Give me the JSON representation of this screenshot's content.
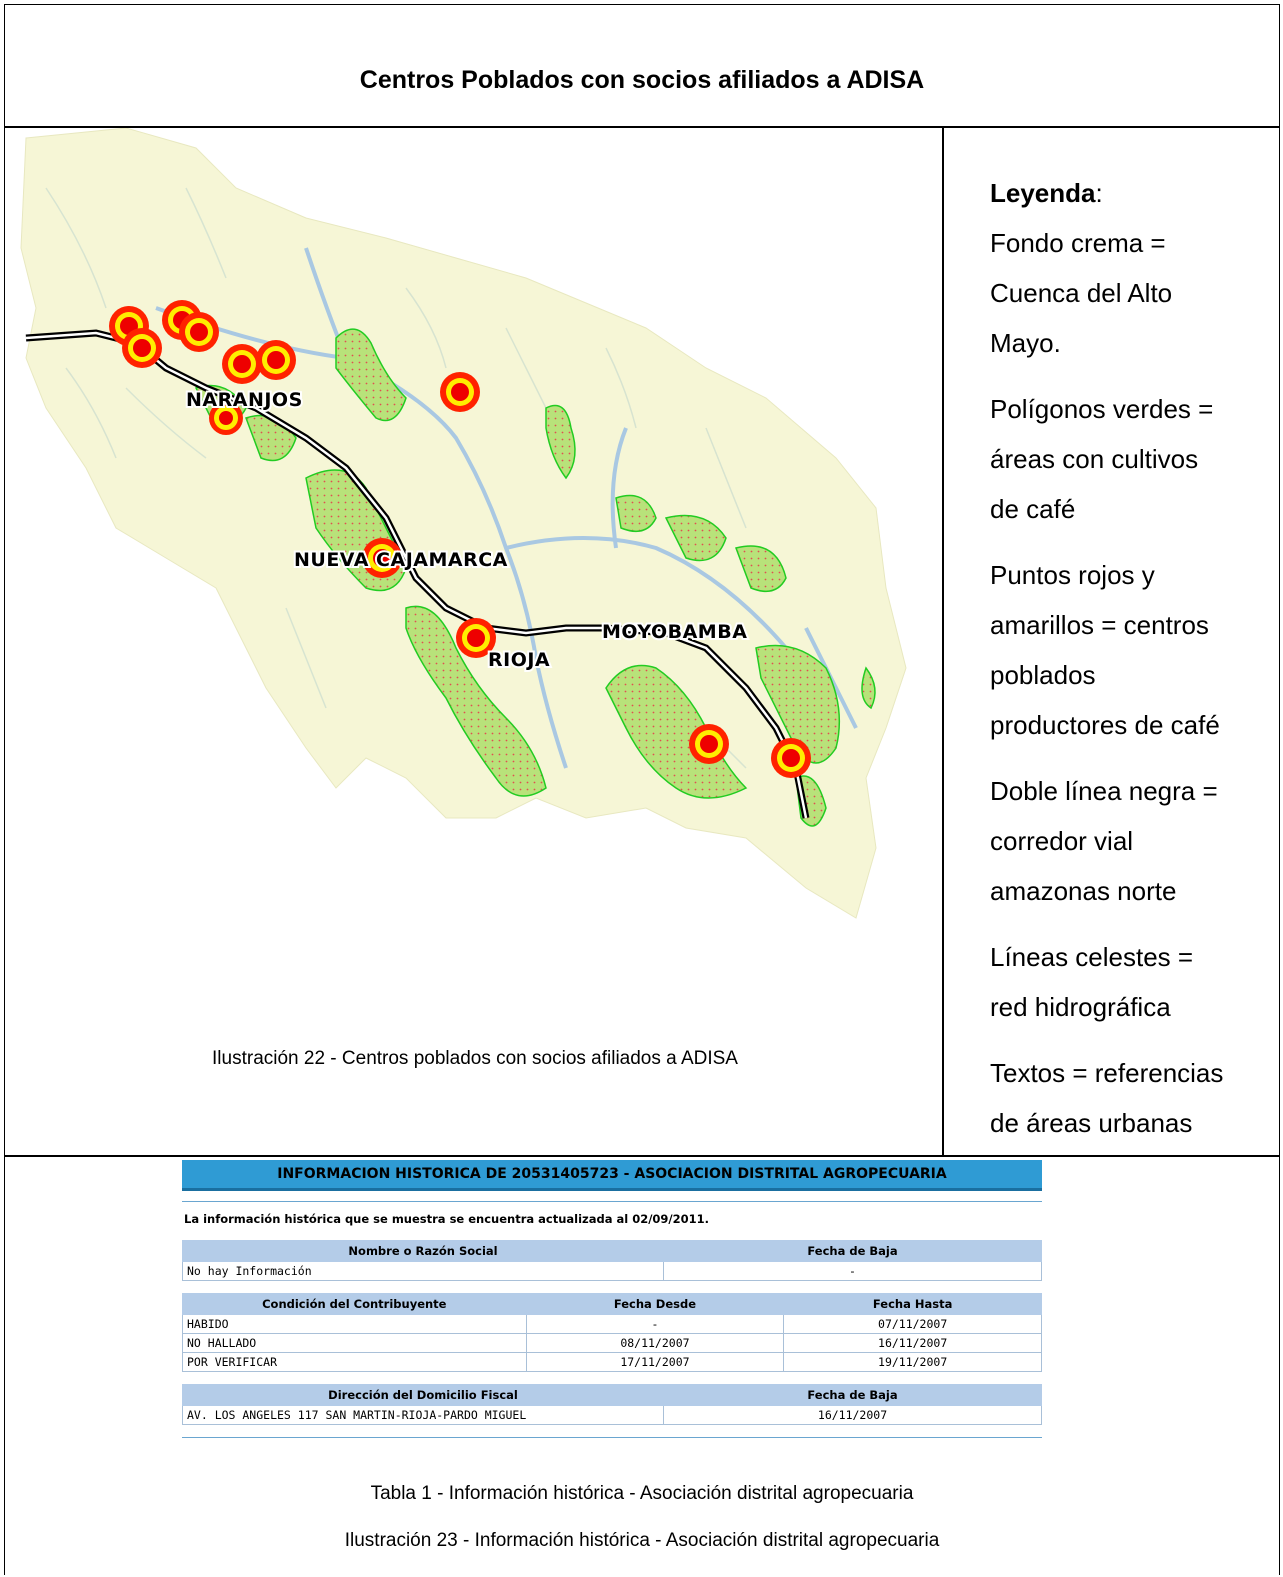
{
  "document": {
    "title": "Centros Poblados con socios afiliados a ADISA",
    "map_caption": "Ilustración 22 - Centros poblados con socios afiliados a ADISA",
    "table_caption": "Tabla 1 - Información histórica - Asociación distrital agropecuaria",
    "figure_caption": "Ilustración 23 - Información histórica - Asociación distrital agropecuaria"
  },
  "map": {
    "labels": {
      "naranjos": "NARANJOS",
      "nueva_cajamarca": "NUEVA CAJAMARCA",
      "rioja": "RIOJA",
      "moyobamba": "MOYOBAMBA"
    },
    "colors": {
      "basin": "#f6f6d6",
      "coffee": "#b8e27a",
      "coffee_outline": "#22cc22",
      "river": "#a9c8e2",
      "point_outer": "#ff2200",
      "point_ring": "#ffee00",
      "point_inner": "#ee0000"
    }
  },
  "legend": {
    "heading": "Leyenda",
    "colon": ":",
    "items": [
      {
        "line1": "Fondo crema =",
        "line2": "Cuenca del Alto",
        "line3": "Mayo."
      },
      {
        "line1": "Polígonos verdes =",
        "line2": "áreas con cultivos",
        "line3": "de café"
      },
      {
        "line1": "Puntos rojos y",
        "line2": "amarillos = centros",
        "line3": "poblados",
        "line4": "productores de café"
      },
      {
        "line1": "Doble línea negra =",
        "line2": "corredor vial",
        "line3": "amazonas norte"
      },
      {
        "line1": "Líneas celestes =",
        "line2": "red hidrográfica"
      },
      {
        "line1": "Textos = referencias",
        "line2": "de áreas urbanas"
      }
    ]
  },
  "sunat": {
    "header": "INFORMACION HISTORICA DE 20531405723 - ASOCIACION DISTRITAL AGROPECUARIA",
    "note": "La información histórica que se muestra se encuentra actualizada al 02/09/2011.",
    "table1": {
      "headers": [
        "Nombre o Razón Social",
        "Fecha de Baja"
      ],
      "rows": [
        [
          "No hay Información",
          "-"
        ]
      ]
    },
    "table2": {
      "headers": [
        "Condición del Contribuyente",
        "Fecha Desde",
        "Fecha Hasta"
      ],
      "rows": [
        [
          "HABIDO",
          "-",
          "07/11/2007"
        ],
        [
          "NO HALLADO",
          "08/11/2007",
          "16/11/2007"
        ],
        [
          "POR VERIFICAR",
          "17/11/2007",
          "19/11/2007"
        ]
      ]
    },
    "table3": {
      "headers": [
        "Dirección del Domicilio Fiscal",
        "Fecha de Baja"
      ],
      "rows": [
        [
          "AV. LOS ANGELES 117 SAN MARTIN-RIOJA-PARDO MIGUEL",
          "16/11/2007"
        ]
      ]
    }
  }
}
